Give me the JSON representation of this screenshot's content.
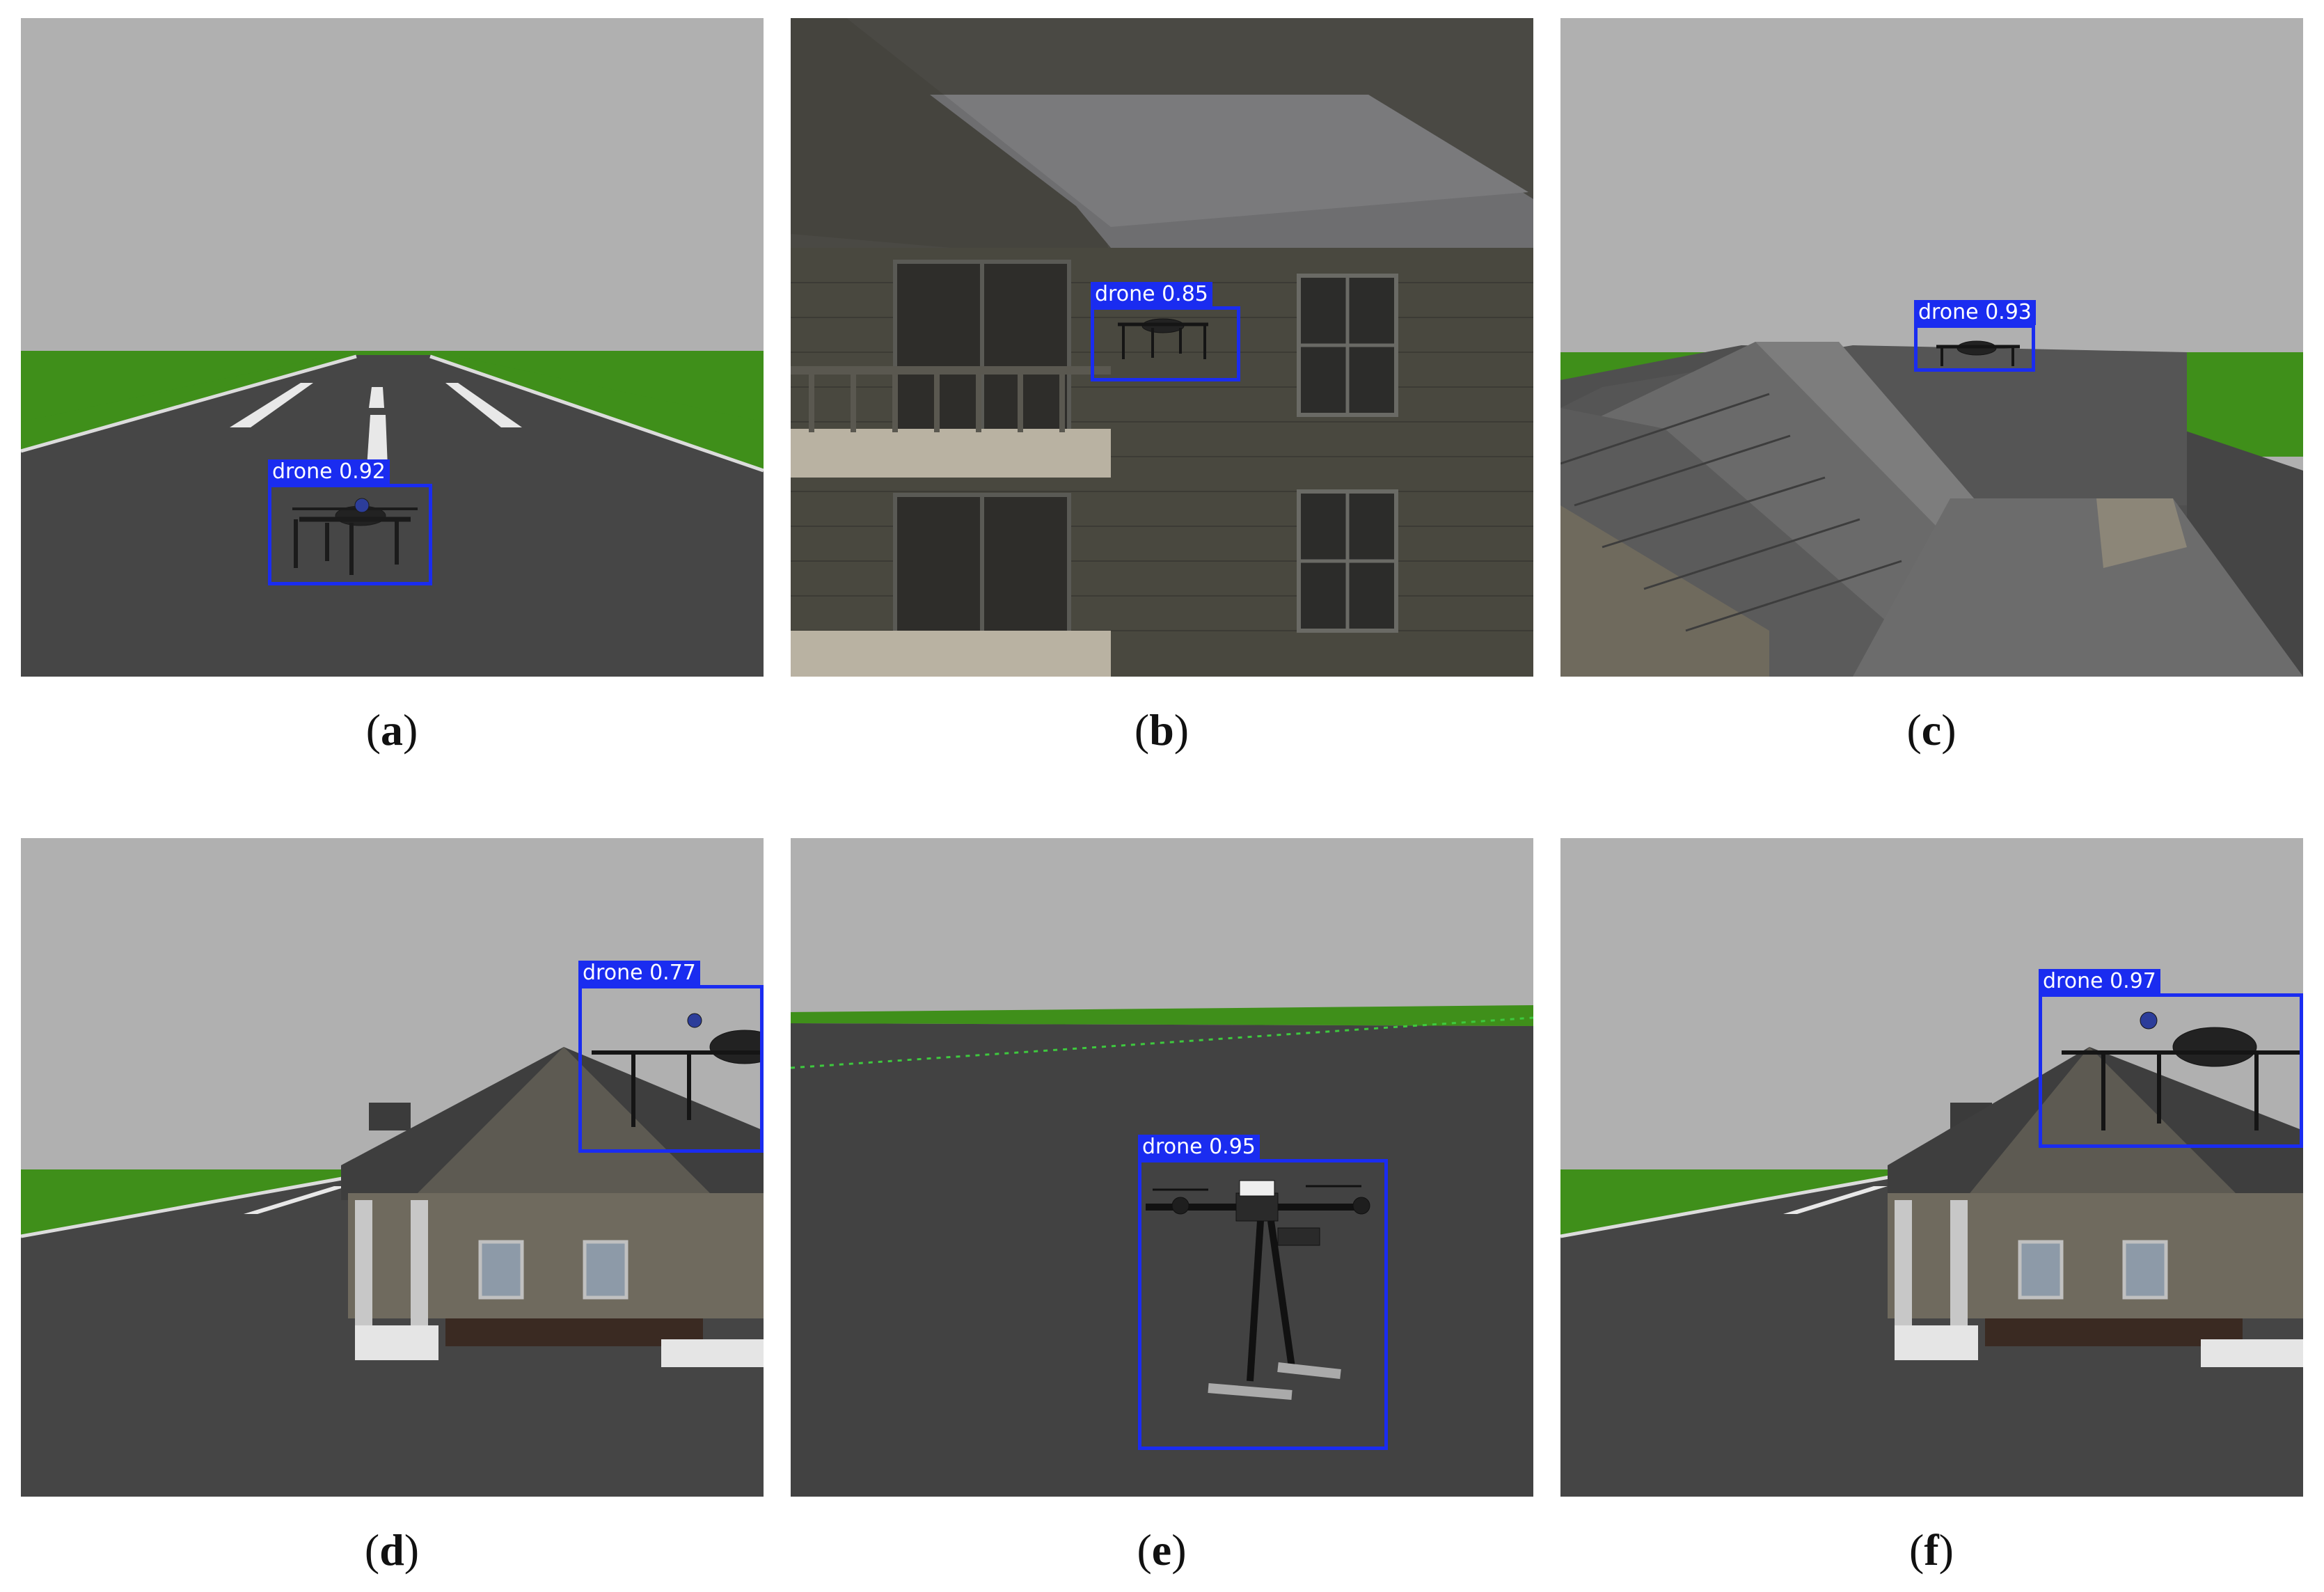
{
  "panels": [
    {
      "id": "a",
      "caption_letter": "a",
      "detection": {
        "label": "drone",
        "score": "0.92"
      }
    },
    {
      "id": "b",
      "caption_letter": "b",
      "detection": {
        "label": "drone",
        "score": "0.85"
      }
    },
    {
      "id": "c",
      "caption_letter": "c",
      "detection": {
        "label": "drone",
        "score": "0.93"
      }
    },
    {
      "id": "d",
      "caption_letter": "d",
      "detection": {
        "label": "drone",
        "score": "0.77"
      }
    },
    {
      "id": "e",
      "caption_letter": "e",
      "detection": {
        "label": "drone",
        "score": "0.95"
      }
    },
    {
      "id": "f",
      "caption_letter": "f",
      "detection": {
        "label": "drone",
        "score": "0.97"
      }
    }
  ],
  "colors": {
    "box": "#1a2cf0",
    "sky": "#b0b0b0",
    "grass": "#3f8f1a",
    "road": "#444444"
  }
}
